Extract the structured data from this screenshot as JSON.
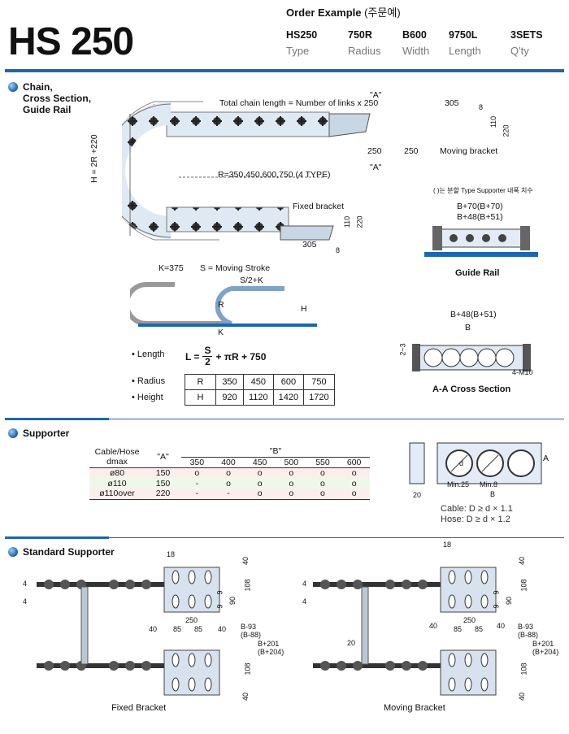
{
  "header": {
    "title": "HS 250",
    "order_label": "Order Example",
    "order_label_ko": "(주문예)",
    "columns": [
      {
        "value": "HS250",
        "label": "Type"
      },
      {
        "value": "750R",
        "label": "Radius"
      },
      {
        "value": "B600",
        "label": "Width"
      },
      {
        "value": "9750L",
        "label": "Length"
      },
      {
        "value": "3SETS",
        "label": "Q'ty"
      }
    ]
  },
  "sections": {
    "chain": {
      "line1": "Chain,",
      "line2": "Cross Section,",
      "line3": "Guide Rail"
    },
    "supporter": "Supporter",
    "standard": "Standard Supporter"
  },
  "chain_diagram": {
    "total_length": "Total chain length = Number of links x 250",
    "a_mark": "\"A\"",
    "dim_305": "305",
    "dim_8": "8",
    "dim_110": "110",
    "dim_220": "220",
    "dim_250": "250",
    "moving_bracket": "Moving bracket",
    "radius_note": "R=350,450,600,750 (4 TYPE)",
    "height_formula": "H = 2R +220",
    "fixed_bracket": "Fixed bracket"
  },
  "guide_rail": {
    "note": "( )는 분할 Type Supporter 내폭 치수",
    "b70": "B+70(B+70)",
    "b48": "B+48(B+51)",
    "caption": "Guide Rail"
  },
  "stroke": {
    "k375": "K=375",
    "moving_stroke": "S = Moving Stroke",
    "s2k": "S/2+K",
    "r": "R",
    "h": "H",
    "k": "K"
  },
  "formula": {
    "bullet_length": "• Length",
    "l_eq": "L =",
    "s": "S",
    "two": "2",
    "rest": "+ πR + 750"
  },
  "radius_height": {
    "bullet_radius": "• Radius",
    "bullet_height": "• Height",
    "rows": [
      [
        "R",
        "350",
        "450",
        "600",
        "750"
      ],
      [
        "H",
        "920",
        "1120",
        "1420",
        "1720"
      ]
    ]
  },
  "cross_section": {
    "b48": "B+48(B+51)",
    "b": "B",
    "dim_23": "2~3",
    "m10": "4-M10",
    "caption": "A-A Cross Section"
  },
  "supporter_table": {
    "h_cable": "Cable/Hose",
    "h_dmax": "dmax",
    "h_a": "\"A\"",
    "h_b": "\"B\"",
    "b_values": [
      "350",
      "400",
      "450",
      "500",
      "550",
      "600"
    ],
    "rows": [
      {
        "d": "ø80",
        "a": "150",
        "vals": [
          "o",
          "o",
          "o",
          "o",
          "o",
          "o"
        ]
      },
      {
        "d": "ø110",
        "a": "150",
        "vals": [
          "-",
          "o",
          "o",
          "o",
          "o",
          "o"
        ]
      },
      {
        "d": "ø110over",
        "a": "220",
        "vals": [
          "-",
          "-",
          "o",
          "o",
          "o",
          "o"
        ]
      }
    ]
  },
  "supporter_fig": {
    "a": "A",
    "d": "d",
    "min25": "Min.25",
    "min8": "Min.8",
    "b": "B",
    "dim20": "20",
    "cable": "Cable:  D ≥ d × 1.1",
    "hose": "Hose:  D ≥ d × 1.2"
  },
  "standard": {
    "d18": "18",
    "d40": "40",
    "d108": "108",
    "d9": "9",
    "d90": "90",
    "d4": "4",
    "d250": "250",
    "d85": "85",
    "b93": "B-93",
    "b88": "(B-88)",
    "b201": "B+201",
    "b204": "(B+204)",
    "d20": "20",
    "fixed_caption": "Fixed Bracket",
    "moving_caption": "Moving Bracket"
  }
}
